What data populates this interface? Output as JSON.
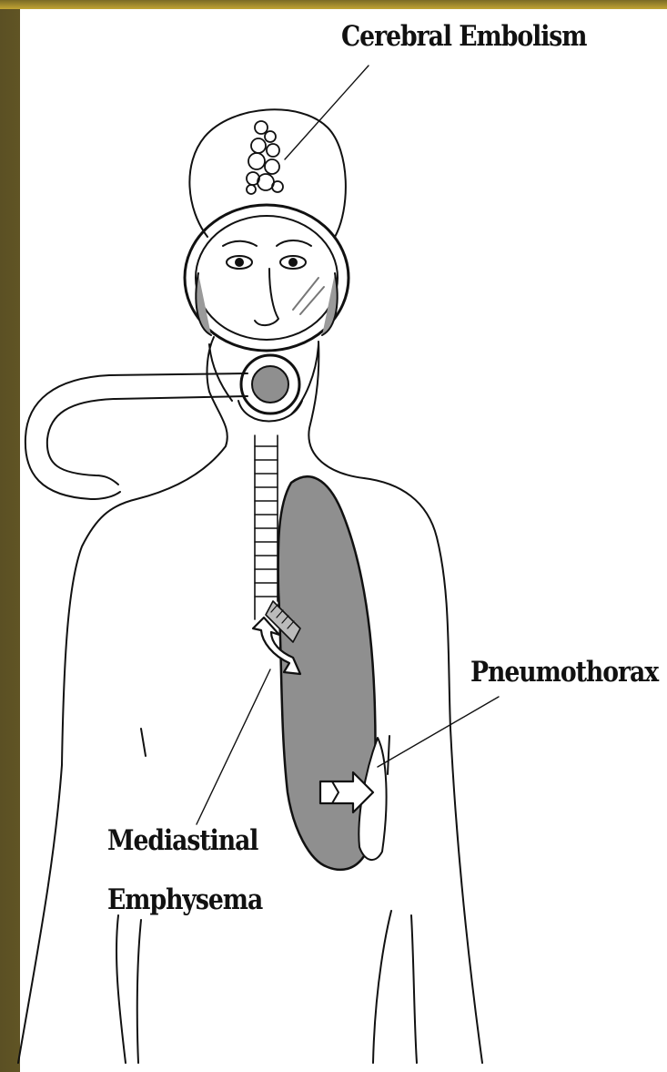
{
  "labels": {
    "cerebral_embolism": "Cerebral Embolism",
    "pneumothorax": "Pneumothorax",
    "mediastinal_line1": "Mediastinal",
    "mediastinal_line2": "Emphysema"
  },
  "colors": {
    "lung_fill": "#8f8f8f",
    "frame_gold": "#c2a534",
    "ink": "#111111"
  }
}
